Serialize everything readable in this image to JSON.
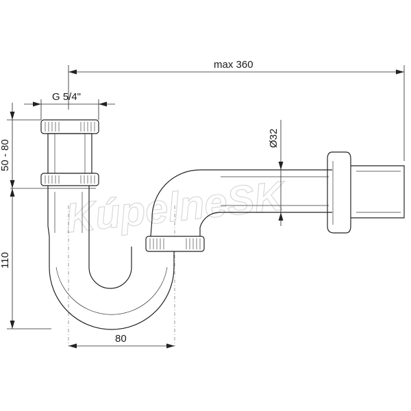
{
  "diagram": {
    "watermark": "KúpelneSK",
    "dimensions": {
      "overall_length": "max 360",
      "thread_size": "G 5/4\"",
      "pipe_diameter": "Ø32",
      "adjustable_height": "50 - 80",
      "trap_depth": "110",
      "offset": "80"
    }
  }
}
